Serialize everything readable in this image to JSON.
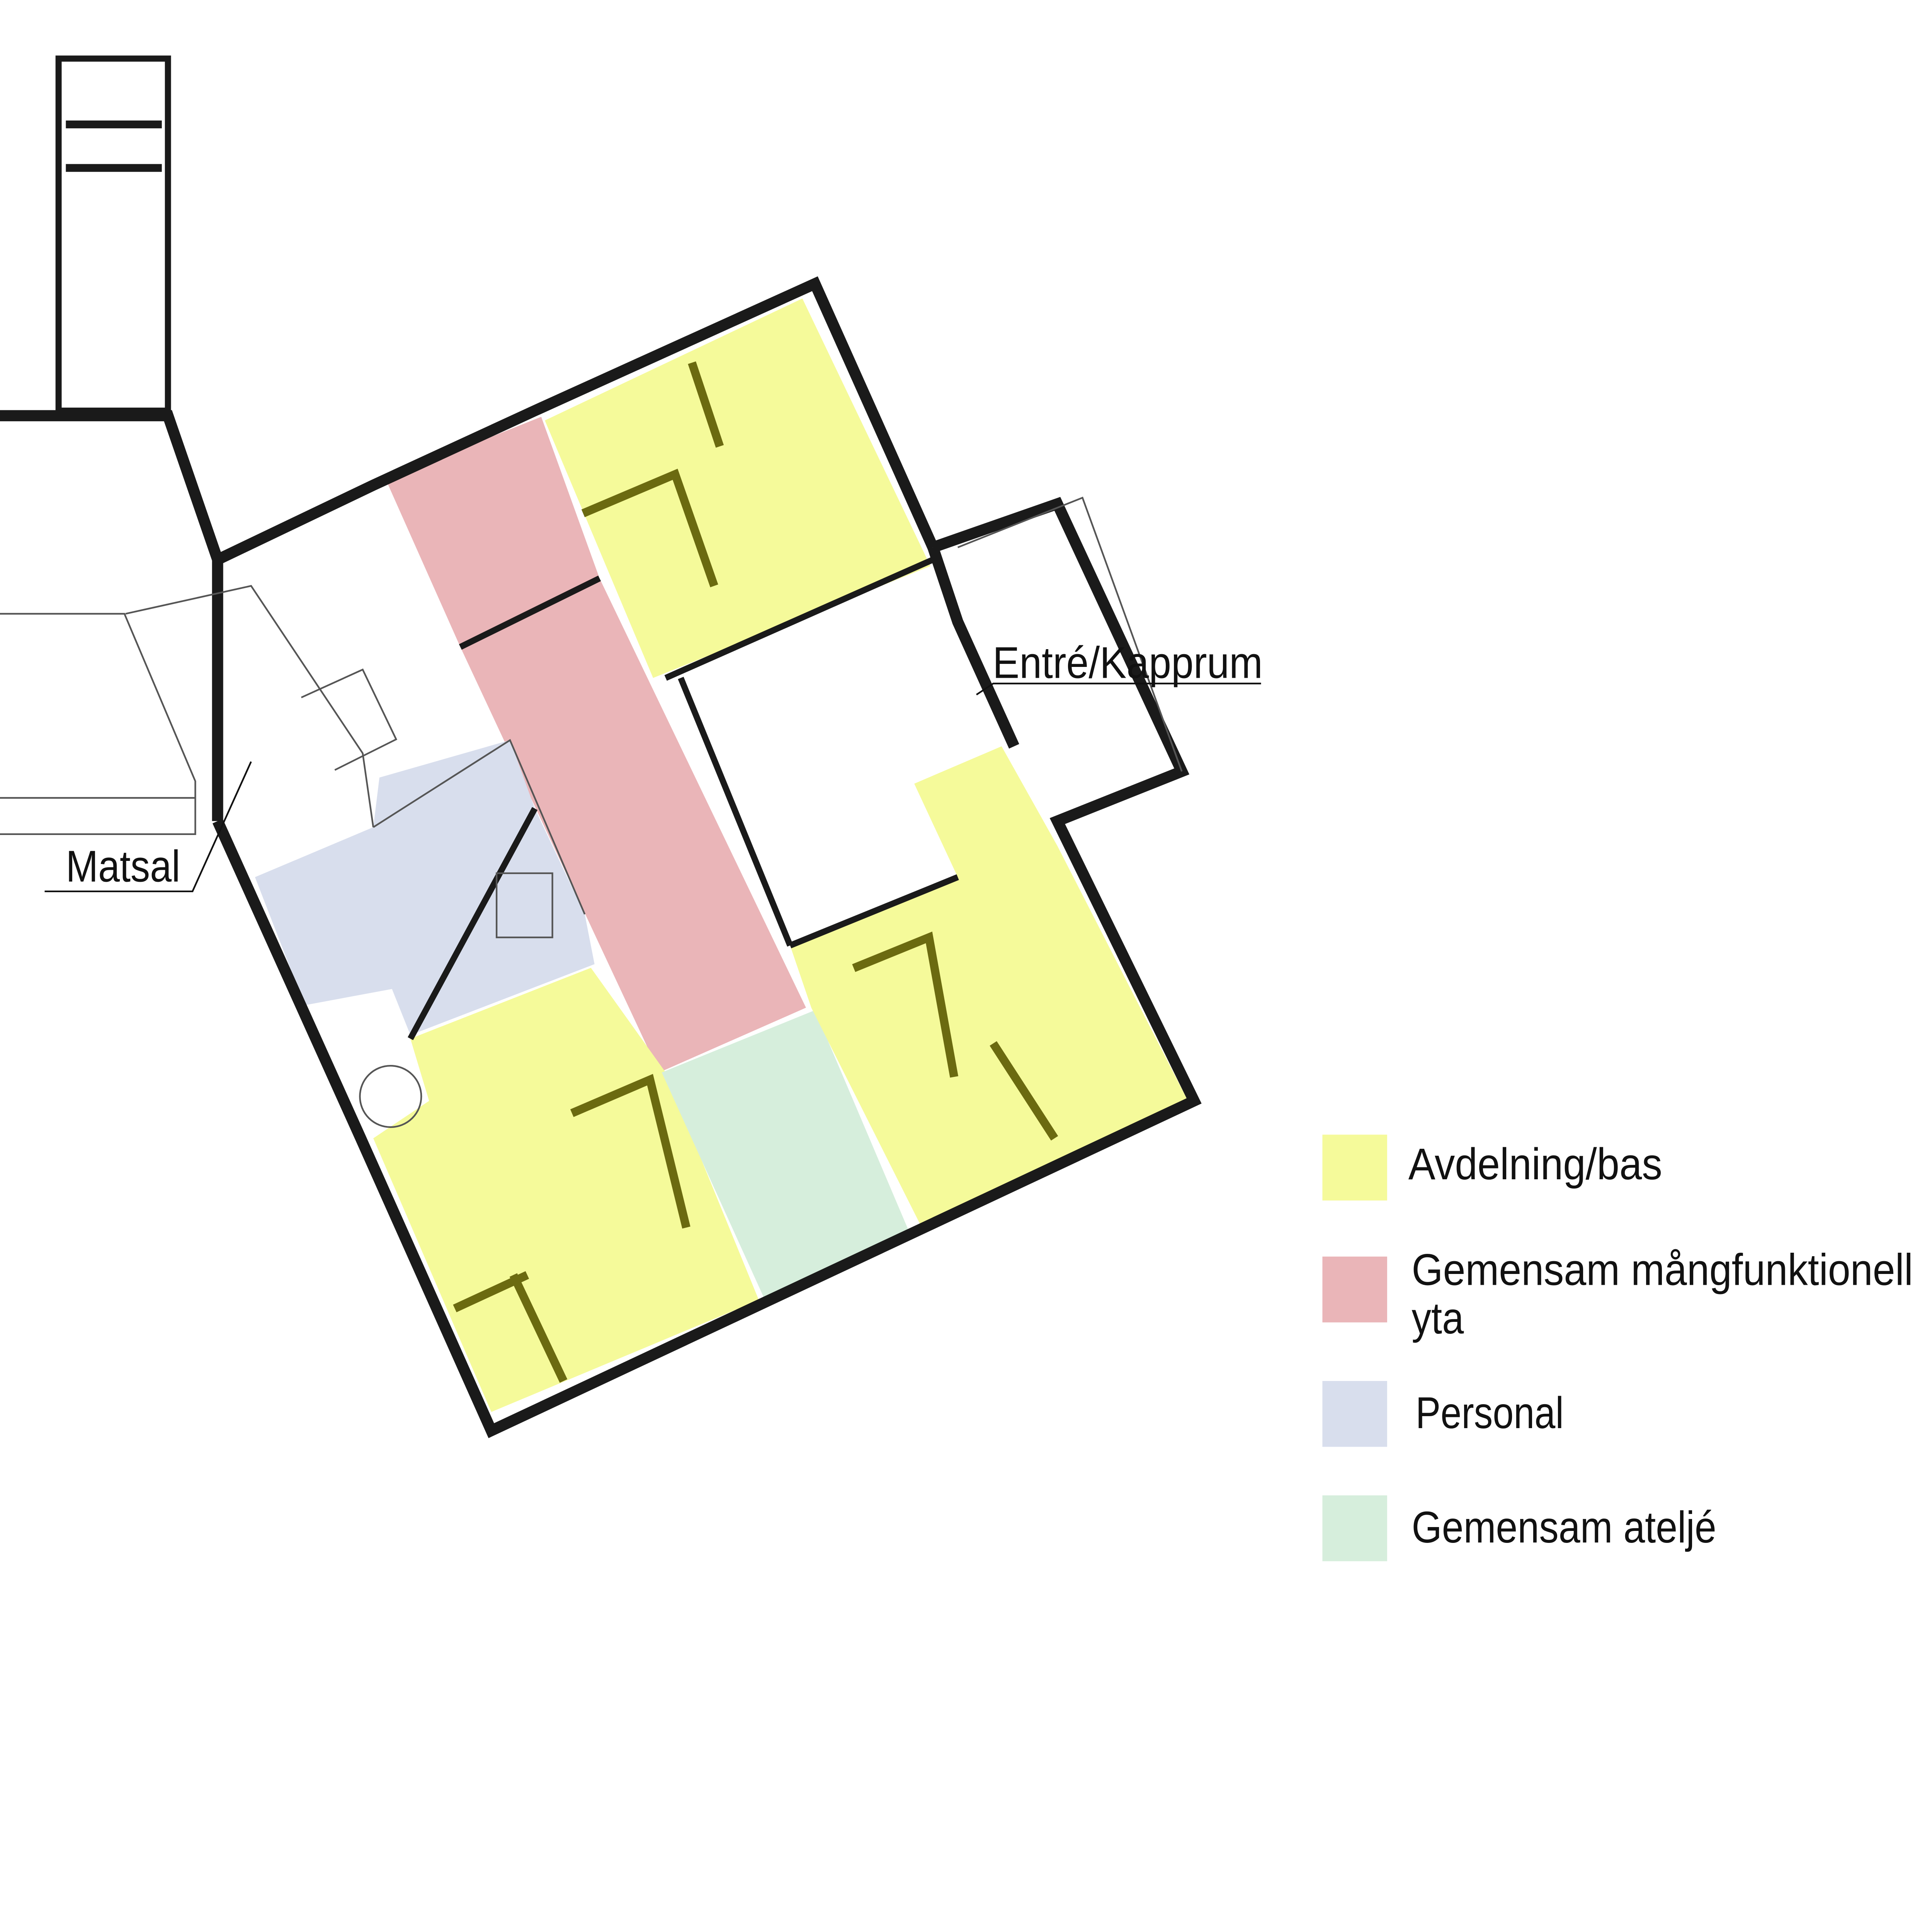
{
  "labels": {
    "matsal": "Matsal",
    "entre": "Entré/Kapprum"
  },
  "legend": [
    {
      "label": "Avdelning/bas",
      "color": "#f5fa9a"
    },
    {
      "label": "Gemensam mångfunktionell",
      "label_line2": "yta",
      "color": "#eab5b8"
    },
    {
      "label": "Personal",
      "color": "#d8deed"
    },
    {
      "label": "Gemensam ateljé",
      "color": "#d6eedc"
    }
  ]
}
